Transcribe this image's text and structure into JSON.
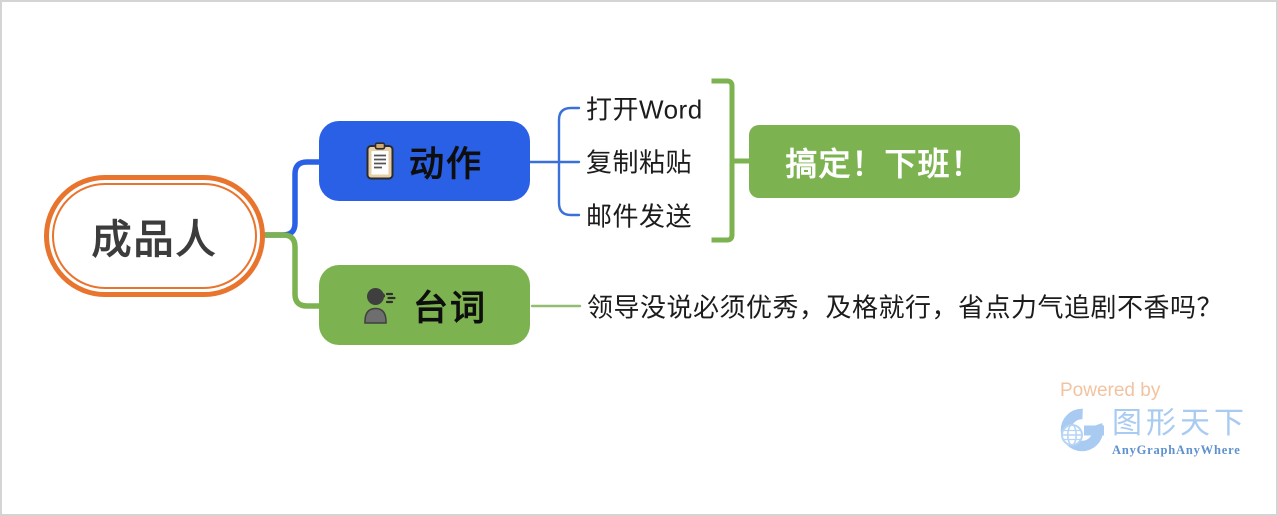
{
  "root": {
    "label": "成品人"
  },
  "branches": [
    {
      "id": "actions",
      "label": "动作",
      "icon": "clipboard-icon",
      "children": [
        "打开Word",
        "复制粘贴",
        "邮件发送"
      ],
      "result": {
        "label": "搞定！下班！"
      }
    },
    {
      "id": "lines",
      "label": "台词",
      "icon": "speaking-head-icon",
      "children": [
        "领导没说必须优秀，及格就行，省点力气追剧不香吗？"
      ]
    }
  ],
  "watermark": {
    "powered_by": "Powered by",
    "brand": "图形天下",
    "tagline": "AnyGraphAnyWhere"
  },
  "colors": {
    "bg": "#ffffff",
    "border": "#d4d4d4",
    "blue": "#2a60e6",
    "blue_line": "#3a70d9",
    "green": "#7cb350",
    "green_line": "#93be72",
    "orange": "#e8742e",
    "wm_orange": "#f2c3a0",
    "wm_blue_light": "#a9cbf2",
    "wm_blue": "#5e91ce"
  }
}
